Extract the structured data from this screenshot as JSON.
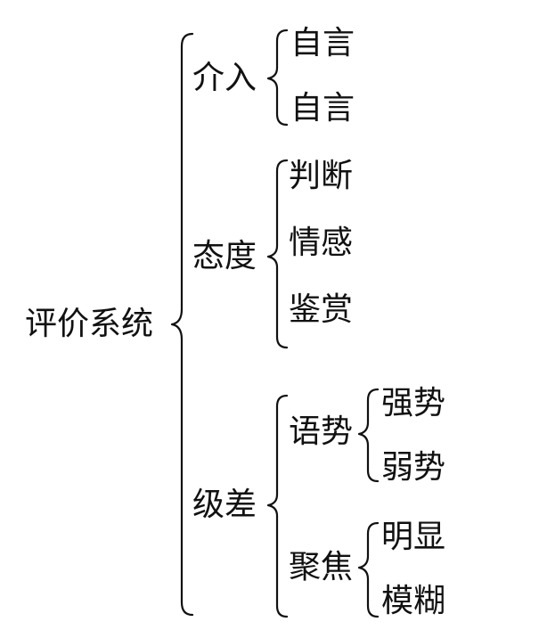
{
  "root": {
    "label": "评价系统"
  },
  "level1": {
    "engagement": "介入",
    "attitude": "态度",
    "graduation": "级差"
  },
  "engagement_children": [
    "自言",
    "自言"
  ],
  "attitude_children": [
    "判断",
    "情感",
    "鉴赏"
  ],
  "graduation_children": {
    "force": {
      "label": "语势",
      "children": [
        "强势",
        "弱势"
      ]
    },
    "focus": {
      "label": "聚焦",
      "children": [
        "明显",
        "模糊"
      ]
    }
  }
}
